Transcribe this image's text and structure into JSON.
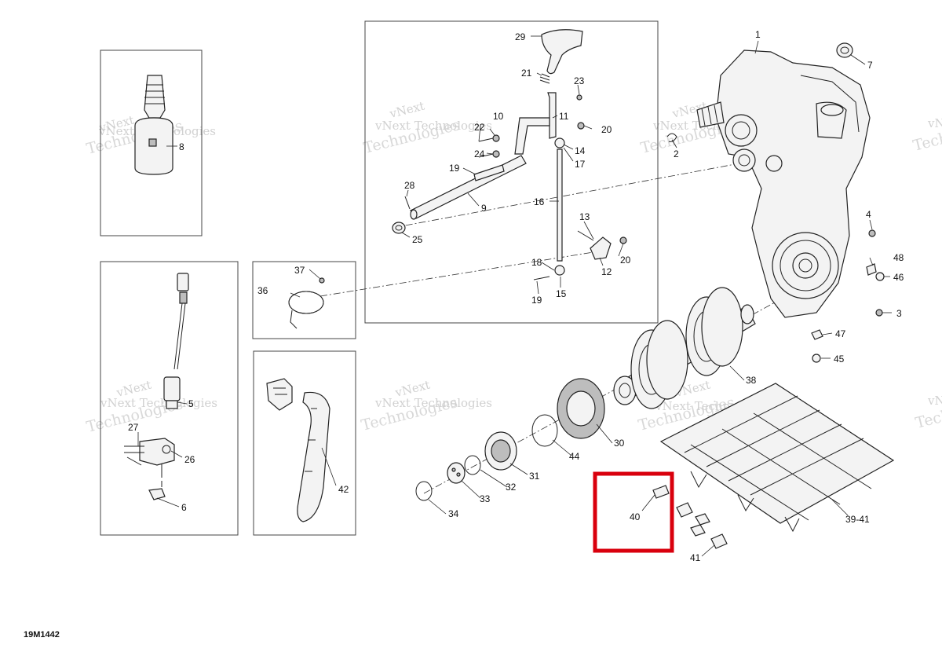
{
  "diagram": {
    "reference_code": "19M1442",
    "watermark_text": [
      "vNext Technologies",
      "vNext",
      "Technologies"
    ],
    "highlight_color": "#d9000d",
    "highlighted_callout": "40",
    "callouts": [
      "1",
      "2",
      "3",
      "4",
      "5",
      "6",
      "7",
      "8",
      "9",
      "10",
      "11",
      "12",
      "13",
      "14",
      "15",
      "16",
      "17",
      "18",
      "19",
      "19",
      "20",
      "20",
      "21",
      "22",
      "23",
      "24",
      "25",
      "26",
      "27",
      "28",
      "29",
      "30",
      "31",
      "32",
      "33",
      "34",
      "36",
      "37",
      "38",
      "39-41",
      "40",
      "41",
      "42",
      "44",
      "45",
      "46",
      "47",
      "48"
    ]
  }
}
